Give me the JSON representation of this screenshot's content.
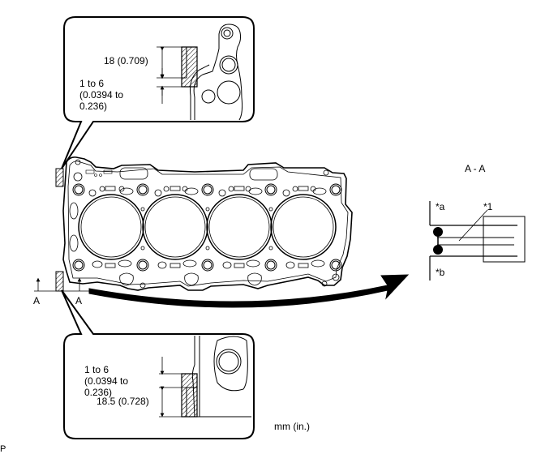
{
  "callout_top": {
    "dim_height": "18 (0.709)",
    "dim_step_line1": "1 to 6",
    "dim_step_line2": "(0.0394 to",
    "dim_step_line3": "0.236)"
  },
  "callout_bottom": {
    "dim_step_line1": "1 to 6",
    "dim_step_line2": "(0.0394 to",
    "dim_step_line3": "0.236)",
    "dim_height": "18.5 (0.728)"
  },
  "section": {
    "title": "A - A",
    "label_a": "*a",
    "label_b": "*b",
    "label_1": "*1",
    "cut_label_left": "A",
    "cut_label_right": "A"
  },
  "units": "mm (in.)",
  "corner_mark": "P"
}
